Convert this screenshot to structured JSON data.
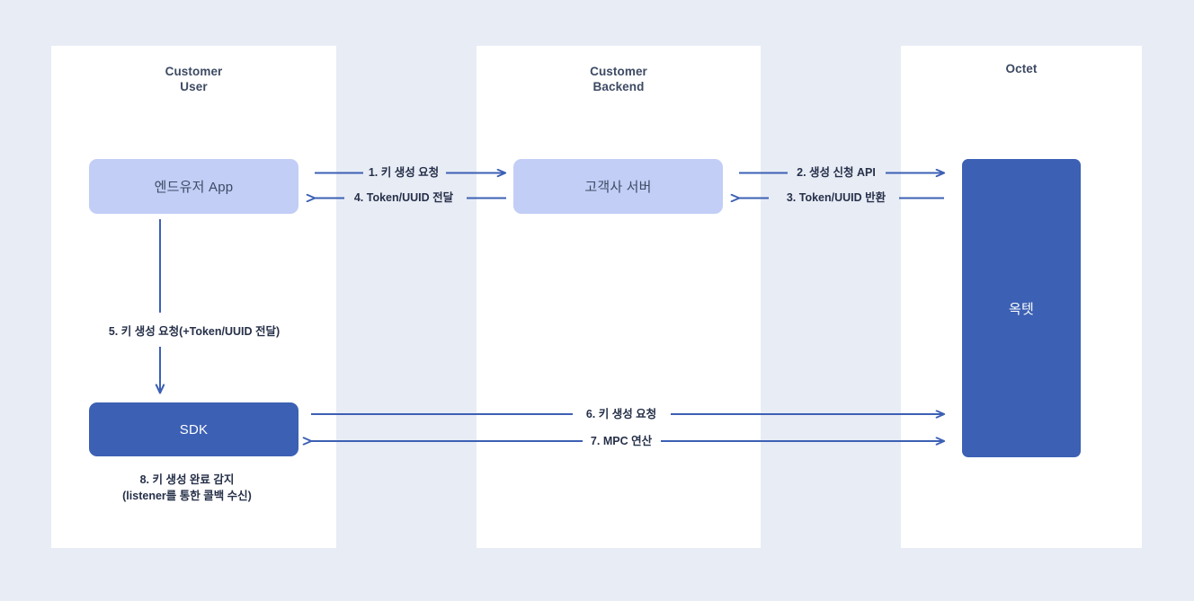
{
  "canvas": {
    "background_color": "#e8ecf5",
    "lane_color": "#ffffff",
    "accent_light": "#c2cef6",
    "accent_dark": "#3c60b4",
    "line_color": "#3c60b4",
    "text_color": "#263049"
  },
  "lanes": [
    {
      "id": "user",
      "title_line1": "Customer",
      "title_line2": "User"
    },
    {
      "id": "backend",
      "title_line1": "Customer",
      "title_line2": "Backend"
    },
    {
      "id": "octet",
      "title_line1": "Octet",
      "title_line2": ""
    }
  ],
  "nodes": {
    "enduser": {
      "label": "엔드유저  App",
      "style": "light"
    },
    "server": {
      "label": "고객사  서버",
      "style": "light"
    },
    "sdk": {
      "label": "SDK",
      "style": "dark"
    },
    "octet": {
      "label": "옥텟",
      "style": "dark"
    }
  },
  "steps": [
    {
      "n": "1",
      "label": "1. 키 생성 요청",
      "from": "enduser",
      "to": "server",
      "direction": "right"
    },
    {
      "n": "2",
      "label": "2. 생성 신청 API",
      "from": "server",
      "to": "octet",
      "direction": "right"
    },
    {
      "n": "3",
      "label": "3. Token/UUID 반환",
      "from": "octet",
      "to": "server",
      "direction": "left"
    },
    {
      "n": "4",
      "label": "4. Token/UUID 전달",
      "from": "server",
      "to": "enduser",
      "direction": "left"
    },
    {
      "n": "5",
      "label": "5. 키 생성 요청(+Token/UUID 전달)",
      "from": "enduser",
      "to": "sdk",
      "direction": "down"
    },
    {
      "n": "6",
      "label": "6. 키 생성 요청",
      "from": "sdk",
      "to": "octet",
      "direction": "right"
    },
    {
      "n": "7",
      "label": "7. MPC 연산",
      "from": "sdk",
      "to": "octet",
      "direction": "both"
    },
    {
      "n": "8",
      "label_line1": "8. 키 생성 완료 감지",
      "label_line2": "(listener를 통한 콜백 수신)",
      "from": "sdk",
      "to": "sdk",
      "direction": "none"
    }
  ]
}
